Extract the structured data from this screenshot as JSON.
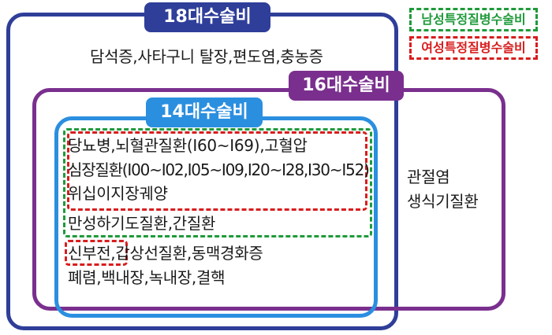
{
  "colors": {
    "box18": "#2f3e99",
    "box16": "#7a2f8e",
    "box14": "#2b8fe0",
    "male": "#1f9a3a",
    "female": "#d81d1d"
  },
  "legend": {
    "male": "남성특정질병수술비",
    "female": "여성특정질병수술비"
  },
  "box18": {
    "label": "18대수술비",
    "items": "담석증,사타구니 탈장,편도염,충농증"
  },
  "box16": {
    "label": "16대수술비",
    "line1": "관절염",
    "line2": "생식기질환"
  },
  "box14": {
    "label": "14대수술비",
    "line1": "당뇨병,뇌혈관질환(I60~I69),고혈압",
    "line2": "심장질환(I00~I02,I05~I09,I20~I28,I30~I52)",
    "line3": "위십이지장궤양",
    "line4": "만성하기도질환,간질환",
    "line5_highlight": "신부전,",
    "line5_rest": "갑상선질환,동맥경화증",
    "line6": "폐렴,백내장,녹내장,결핵"
  }
}
